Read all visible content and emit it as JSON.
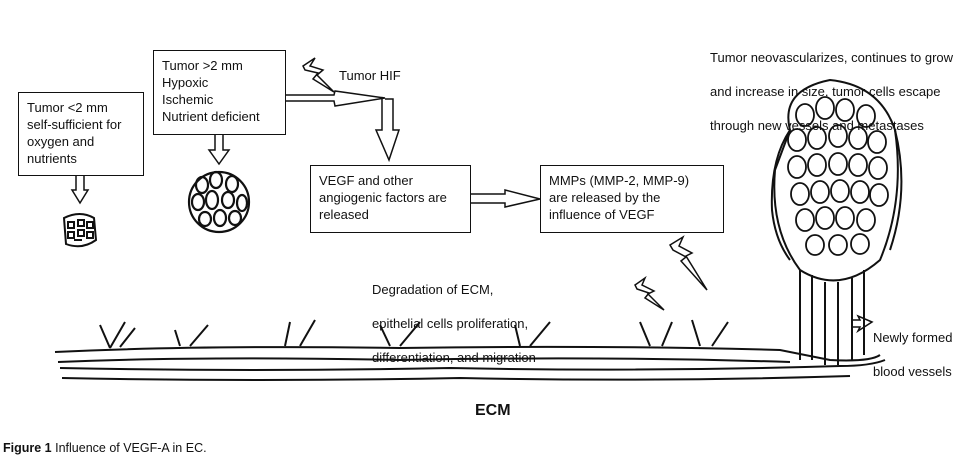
{
  "boxes": {
    "small_tumor": [
      "Tumor <2 mm",
      "self-sufficient for",
      "oxygen and",
      "nutrients"
    ],
    "large_tumor": [
      "Tumor >2 mm",
      "Hypoxic",
      "Ischemic",
      "Nutrient deficient"
    ],
    "vegf": [
      "VEGF and other",
      "angiogenic factors are",
      "released"
    ],
    "mmps": [
      "MMPs (MMP-2, MMP-9)",
      "are released by the",
      "influence of VEGF"
    ]
  },
  "labels": {
    "tumor_hif": "Tumor HIF",
    "neovascularization": [
      "Tumor neovascularizes, continues to grow",
      "and increase in size, tumor cells escape",
      "through new vessels and metastases"
    ],
    "degradation": [
      "Degradation of ECM,",
      "epithelial cells proliferation,",
      "differentiation, and migration"
    ],
    "new_vessels": [
      "Newly formed",
      "blood vessels"
    ],
    "ecm": "ECM"
  },
  "caption": {
    "label": "Figure 1",
    "text": "Influence of VEGF-A in EC."
  }
}
